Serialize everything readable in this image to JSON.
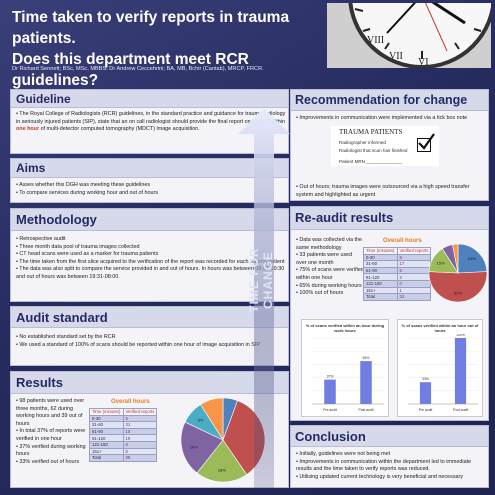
{
  "header": {
    "title_line1": "Time taken to verify reports in trauma patients.",
    "title_line2": "Does this department meet RCR guidelines?",
    "authors": "Dr Richard Sennett; BSc, MSc, MBBS. Dr Andrew Ceccehrini; BA, MB, Bchir (Cantab), MRCP, FRCR."
  },
  "guideline": {
    "heading": "Guideline",
    "text_a": "The Royal College of Radiologists (RCR) guidelines, in the standard practice and guidance for trauma radiology in seriously injured patients (SIP), state that an on call radiologist should provide the final report on the SIP within",
    "text_em": "one hour",
    "text_b": "of multi-detector computed tomography (MDCT) image acquisition."
  },
  "aims": {
    "heading": "Aims",
    "items": [
      "Asses whether this DGH was meeting these guidelines",
      "To compare services during working hour and out of hours"
    ]
  },
  "methodology": {
    "heading": "Methodology",
    "items": [
      "Retrospective audit",
      "Three month data pool of trauma images collected",
      "CT head scans were used as a marker for trauma patients",
      "The time taken from the first slice acquired to the verification of the report was recorded for each trauma patient",
      "The data was also split to compare the service provided in and out of hours. In hours was between 08:01-19:30 and out of hours was between 19:31-08:00."
    ]
  },
  "audit_standard": {
    "heading": "Audit standard",
    "items": [
      "No established standard set by the RCR",
      "We used a standard of 100% of scans should be reported within one hour of image acquisition in SIP"
    ]
  },
  "results": {
    "heading": "Results",
    "items": [
      "98 patients were used over three months, 62 during working hours and 39 out of hours",
      "In total 37% of reports were verified in one hour",
      "37% verified during working hours",
      "33% verified out of hours"
    ],
    "table": {
      "title": "Overall hours",
      "col1": "Time (minutes)",
      "col2": "Verified reports",
      "rows": [
        [
          "0-30",
          "5"
        ],
        [
          "31-60",
          "31"
        ],
        [
          "61-90",
          "18"
        ],
        [
          "91-120",
          "19"
        ],
        [
          "121-150",
          "8"
        ],
        [
          "151+",
          "8"
        ],
        [
          "Total",
          "98"
        ]
      ]
    }
  },
  "recommendation": {
    "heading": "Recommendation for change",
    "item1": "Improvements in communication were implemented via a tick box note",
    "note_title": "TRAUMA PATIENTS",
    "note_line1": "Radiographer informed",
    "note_line2": "Radiologist that scan has finished",
    "note_line3": "Patient MRN ______________",
    "item2": "Out of hours; trauma images were outsourced via a high speed transfer system and highlighted as urgent"
  },
  "reaudit": {
    "heading": "Re-audit results",
    "items": [
      "Data was collected via the same methodology",
      "33 patients were used over one month",
      "75% of scans were verified within one hour",
      "65% during working hours",
      "100% out of hours"
    ],
    "table": {
      "title": "Overall hours",
      "col1": "Time (minutes)",
      "col2": "Verified reports",
      "rows": [
        [
          "0-30",
          "8"
        ],
        [
          "31-60",
          "17"
        ],
        [
          "61-90",
          "5"
        ],
        [
          "91-120",
          "2"
        ],
        [
          "121-150",
          "0"
        ],
        [
          "151+",
          "1"
        ],
        [
          "Total",
          "33"
        ]
      ]
    }
  },
  "arrow_text_line1": "TIME FOR",
  "arrow_text_line2": "CHANGE",
  "conclusion": {
    "heading": "Conclusion",
    "items": [
      "Initially, guidelines were not being met",
      "Improvements in communication within the department led to immediate results and the time taken to verify reports was reduced.",
      "Utilising updated current technology is very beneficial and necessary"
    ]
  },
  "colors": {
    "background": "#262b5e",
    "panel": "#f3f3f8",
    "heading": "#252a66",
    "accent_red": "#c0392b",
    "table_title": "#e67e22"
  },
  "chart_data": [
    {
      "type": "pie",
      "title": "",
      "categories": [
        "0-30",
        "31-60",
        "61-90",
        "91-120",
        "121-150",
        "151+"
      ],
      "values": [
        5,
        31,
        18,
        19,
        8,
        8
      ],
      "labels": [
        "",
        "",
        "18%",
        "20%",
        "8%",
        ""
      ],
      "colors": [
        "#4f81bd",
        "#c0504d",
        "#9bbb59",
        "#8064a2",
        "#4bacc6",
        "#f79646"
      ]
    },
    {
      "type": "pie",
      "title": "",
      "categories": [
        "0-30",
        "31-60",
        "61-90",
        "91-120",
        "121-150",
        "151+"
      ],
      "values": [
        8,
        17,
        5,
        2,
        0,
        1
      ],
      "labels": [
        "24%",
        "52%",
        "15%",
        "",
        "",
        ""
      ],
      "colors": [
        "#4f81bd",
        "#c0504d",
        "#9bbb59",
        "#8064a2",
        "#4bacc6",
        "#f79646"
      ]
    },
    {
      "type": "bar",
      "title": "% of scans verified within an hour during work hours",
      "categories": [
        "Pre audit",
        "Post audit"
      ],
      "values": [
        37,
        65
      ],
      "labels": [
        "37%",
        "65%"
      ],
      "ylim": [
        0,
        100
      ]
    },
    {
      "type": "bar",
      "title": "% of scans verified within an hour out of hours",
      "categories": [
        "Pre audit",
        "Post audit"
      ],
      "values": [
        33,
        100
      ],
      "labels": [
        "33%",
        "100%"
      ],
      "ylim": [
        0,
        100
      ]
    }
  ]
}
